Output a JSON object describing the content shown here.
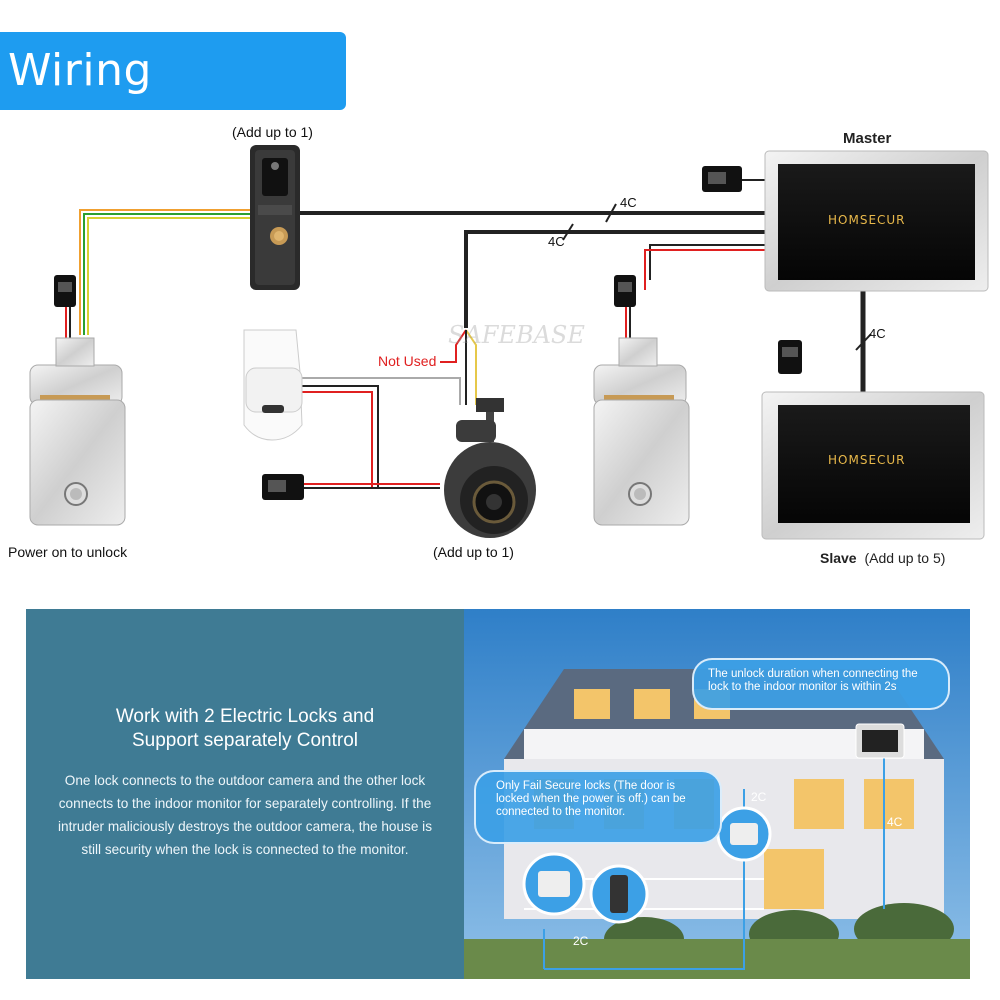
{
  "header": {
    "title": "Wiring Diagram"
  },
  "diagram": {
    "doorbell_caption": "(Add up to 1)",
    "master_label": "Master",
    "brand": "HOMSECUR",
    "cable_4c_a": "4C",
    "cable_4c_b": "4C",
    "cable_4c_c": "4C",
    "not_used": "Not Used",
    "lock_caption": "Power on to unlock",
    "camera_caption": "(Add up to 1)",
    "slave_label": "Slave",
    "slave_note": "(Add up to 5)",
    "watermark": "SAFEBASE"
  },
  "feature": {
    "heading_line1": "Work with 2 Electric Locks and",
    "heading_line2": "Support separately Control",
    "body": "One lock connects to the outdoor camera and the other lock connects to the indoor monitor for separately controlling. If the intruder maliciously destroys the outdoor camera, the house is still security when the lock is connected to the monitor."
  },
  "scene": {
    "bubble_top": "The unlock duration when connecting the lock to the indoor monitor is within 2s",
    "bubble_left": "Only Fail Secure locks (The door is locked when the power is off.) can be connected to the monitor.",
    "cable_2c_a": "2C",
    "cable_4c": "4C",
    "cable_2c_b": "2C"
  },
  "colors": {
    "accent": "#1e9cf0",
    "panel": "#3f7b94",
    "not_used": "#e02020"
  }
}
